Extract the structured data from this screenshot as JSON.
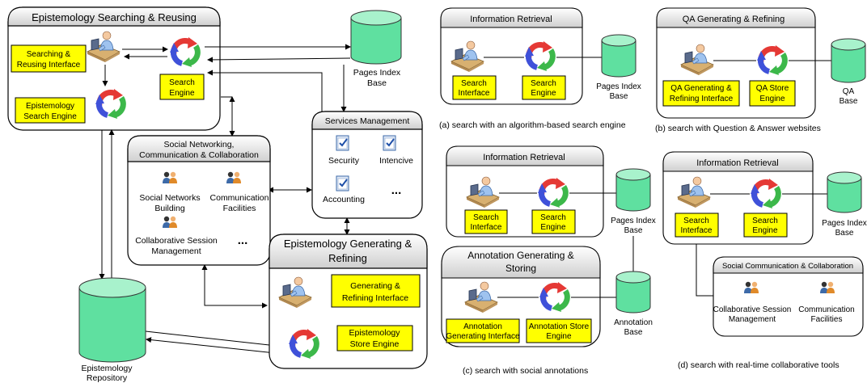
{
  "left": {
    "searching_title": "Epistemology Searching & Reusing",
    "searching_interface": [
      "Searching &",
      "Reusing Interface"
    ],
    "search_engine": [
      "Search",
      "Engine"
    ],
    "epistemology_search_engine": [
      "Epistemology",
      "Search Engine"
    ],
    "pages_index_base": [
      "Pages Index",
      "Base"
    ],
    "services_title": "Services Management",
    "services_items": [
      "Security",
      "Intencive",
      "Accounting",
      "..."
    ],
    "social_title": [
      "Social Networking,",
      "Communication & Collaboration"
    ],
    "social_items": {
      "networks": [
        "Social Networks",
        "Building"
      ],
      "communication": [
        "Communication",
        "Facilities"
      ],
      "collab": [
        "Collaborative Session",
        "Management"
      ],
      "more": "..."
    },
    "generating_title": [
      "Epistemology Generating &",
      "Refining"
    ],
    "generating_interface": [
      "Generating &",
      "Refining Interface"
    ],
    "store_engine": [
      "Epistemology",
      "Store Engine"
    ],
    "repository": [
      "Epistemology",
      "Repository"
    ]
  },
  "panel_a": {
    "title": "Information Retrieval",
    "interface": [
      "Search",
      "Interface"
    ],
    "engine": [
      "Search",
      "Engine"
    ],
    "base": [
      "Pages Index",
      "Base"
    ],
    "caption": "(a) search with an algorithm-based search engine"
  },
  "panel_b": {
    "title": "QA Generating & Refining",
    "interface": [
      "QA Generating &",
      "Refining Interface"
    ],
    "engine": [
      "QA Store",
      "Engine"
    ],
    "base": [
      "QA",
      "Base"
    ],
    "caption": "(b) search with Question & Answer websites"
  },
  "panel_c": {
    "title": "Information Retrieval",
    "interface": [
      "Search",
      "Interface"
    ],
    "engine": [
      "Search",
      "Engine"
    ],
    "base": [
      "Pages Index",
      "Base"
    ],
    "anno_title": [
      "Annotation Generating &",
      "Storing"
    ],
    "anno_interface": [
      "Annotation",
      "Generating Interface"
    ],
    "anno_engine": [
      "Annotation Store",
      "Engine"
    ],
    "anno_base": [
      "Annotation",
      "Base"
    ],
    "caption": "(c) search with social annotations"
  },
  "panel_d": {
    "title": "Information Retrieval",
    "interface": [
      "Search",
      "Interface"
    ],
    "engine": [
      "Search",
      "Engine"
    ],
    "base": [
      "Pages Index",
      "Base"
    ],
    "social_title": "Social Communication & Collaboration",
    "collab": [
      "Collaborative Session",
      "Management"
    ],
    "communication": [
      "Communication",
      "Facilities"
    ],
    "caption": "(d) search with real-time collaborative tools"
  },
  "colors": {
    "label_fill": "#ffff00",
    "cylinder_fill": "#5fe0a0",
    "cylinder_top": "#a8f2cc",
    "panel_header": "#d9d9d9",
    "cycle_red": "#e53935",
    "cycle_blue": "#3f51d9",
    "cycle_green": "#3cb84a"
  },
  "icons": [
    "user-at-computer-icon",
    "cycle-arrows-icon",
    "database-cylinder-icon",
    "people-icon",
    "checklist-icon"
  ]
}
